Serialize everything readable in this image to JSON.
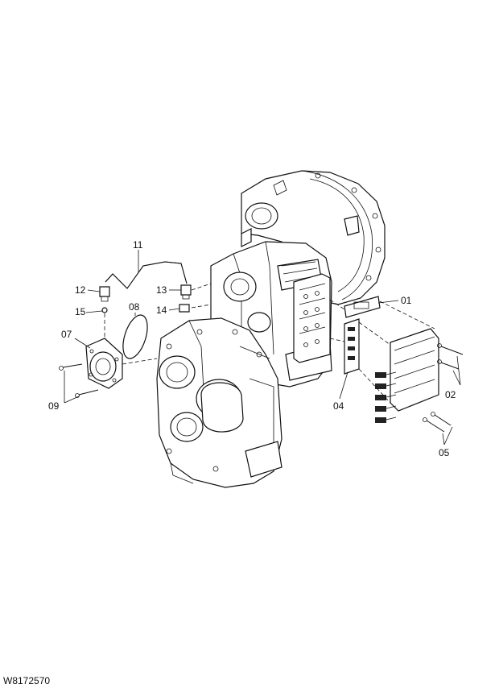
{
  "drawing_ref": "W8172570",
  "callouts": {
    "p01": "01",
    "p02": "02",
    "p04": "04",
    "p05": "05",
    "p07": "07",
    "p08": "08",
    "p09": "09",
    "p11": "11",
    "p12": "12",
    "p13": "13",
    "p14": "14",
    "p15": "15"
  }
}
